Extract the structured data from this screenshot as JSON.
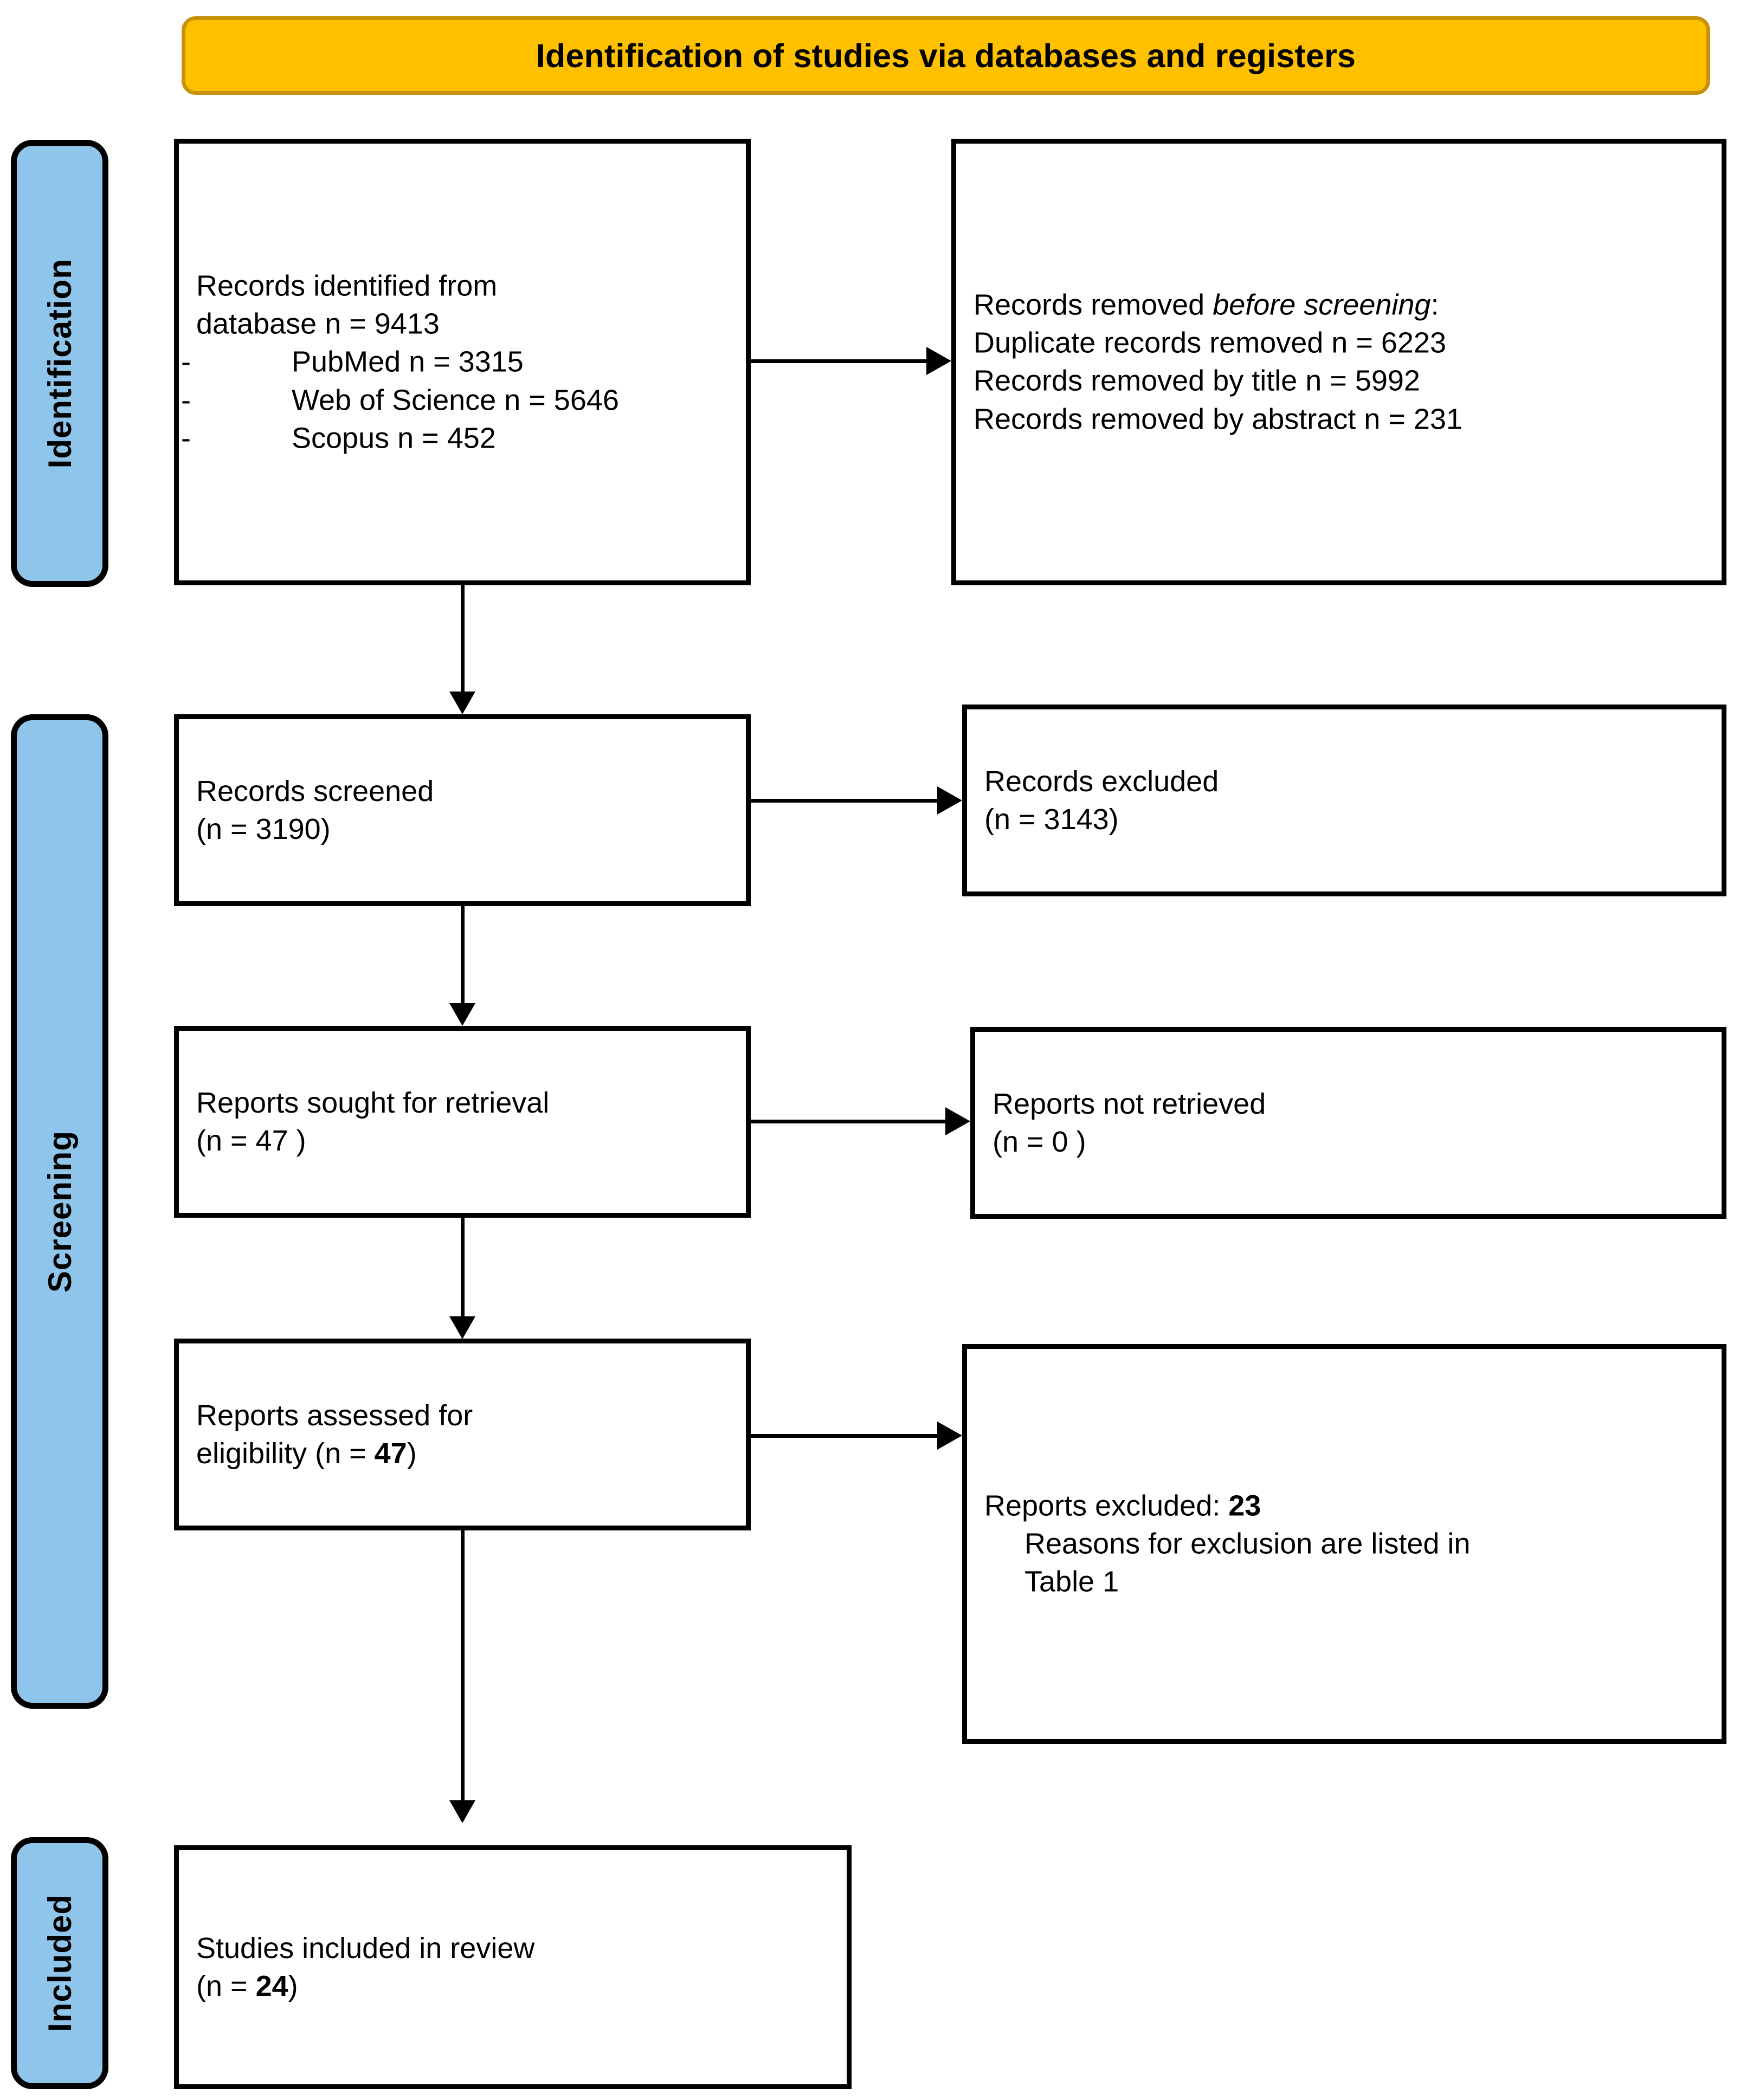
{
  "banner": {
    "title": "Identification of studies via databases and registers",
    "fill_color": "#FFC000",
    "border_color": "#C8910A"
  },
  "phases": [
    {
      "id": "identification",
      "label": "Identification"
    },
    {
      "id": "screening",
      "label": "Screening"
    },
    {
      "id": "included",
      "label": "Included"
    }
  ],
  "phase_bar_color": "#8FC5EA",
  "boxes": {
    "identified": {
      "line1": "Records identified from",
      "line2": "database n = 9413",
      "sources": [
        {
          "dash": "-",
          "text": "PubMed n = 3315"
        },
        {
          "dash": "-",
          "text": "Web of Science n = 5646"
        },
        {
          "dash": "-",
          "text": "Scopus n = 452"
        }
      ]
    },
    "removed_before": {
      "line1_prefix": "Records removed ",
      "line1_italic": "before screening",
      "line1_suffix": ":",
      "line2": "Duplicate records removed n = 6223",
      "line3": "Records removed by title n = 5992",
      "line4": "Records removed by abstract n = 231"
    },
    "screened": {
      "line1": "Records screened",
      "line2": "(n = 3190)"
    },
    "excluded": {
      "line1": "Records excluded",
      "line2": "(n = 3143)"
    },
    "sought": {
      "line1": "Reports sought for retrieval",
      "line2": "(n = 47 )"
    },
    "not_retrieved": {
      "line1": "Reports not retrieved",
      "line2": "(n = 0 )"
    },
    "assessed": {
      "line1": "Reports assessed for",
      "line2_prefix": "eligibility (n = ",
      "line2_bold": "47",
      "line2_suffix": ")"
    },
    "reports_excluded": {
      "line1_prefix": "Reports excluded: ",
      "line1_bold": "23",
      "line2": "Reasons for exclusion are listed in",
      "line3": "Table 1"
    },
    "included": {
      "line1": "Studies included in review",
      "line2_prefix": "(n = ",
      "line2_bold": "24",
      "line2_suffix": ")"
    }
  }
}
